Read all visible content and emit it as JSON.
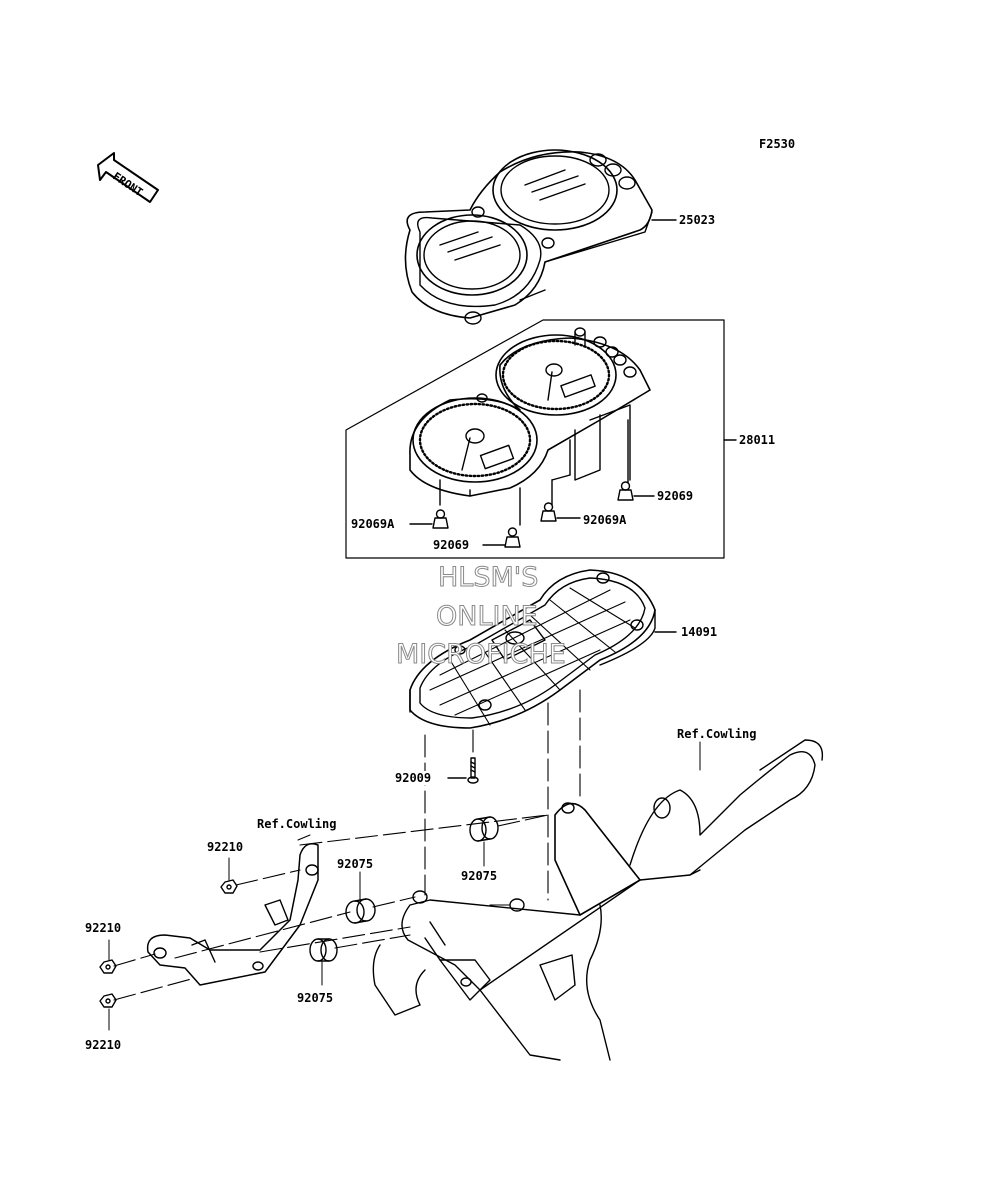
{
  "figure_code": "F2530",
  "direction_label": "FRONT",
  "watermark": {
    "line1": "HLSM'S",
    "line2": "ONLINE",
    "line3": "MICROFICHE"
  },
  "part_labels": {
    "p25023": "25023",
    "p28011": "28011",
    "p92069_right": "92069",
    "p92069A_right": "92069A",
    "p92069A_left": "92069A",
    "p92069_bottom": "92069",
    "p14091": "14091",
    "p92009": "92009",
    "ref_cowling_right": "Ref.Cowling",
    "ref_cowling_left": "Ref.Cowling",
    "p92210_top": "92210",
    "p92075_mid": "92075",
    "p92075_right": "92075",
    "p92210_left": "92210",
    "p92075_bottom": "92075",
    "p92210_bottom": "92210"
  }
}
